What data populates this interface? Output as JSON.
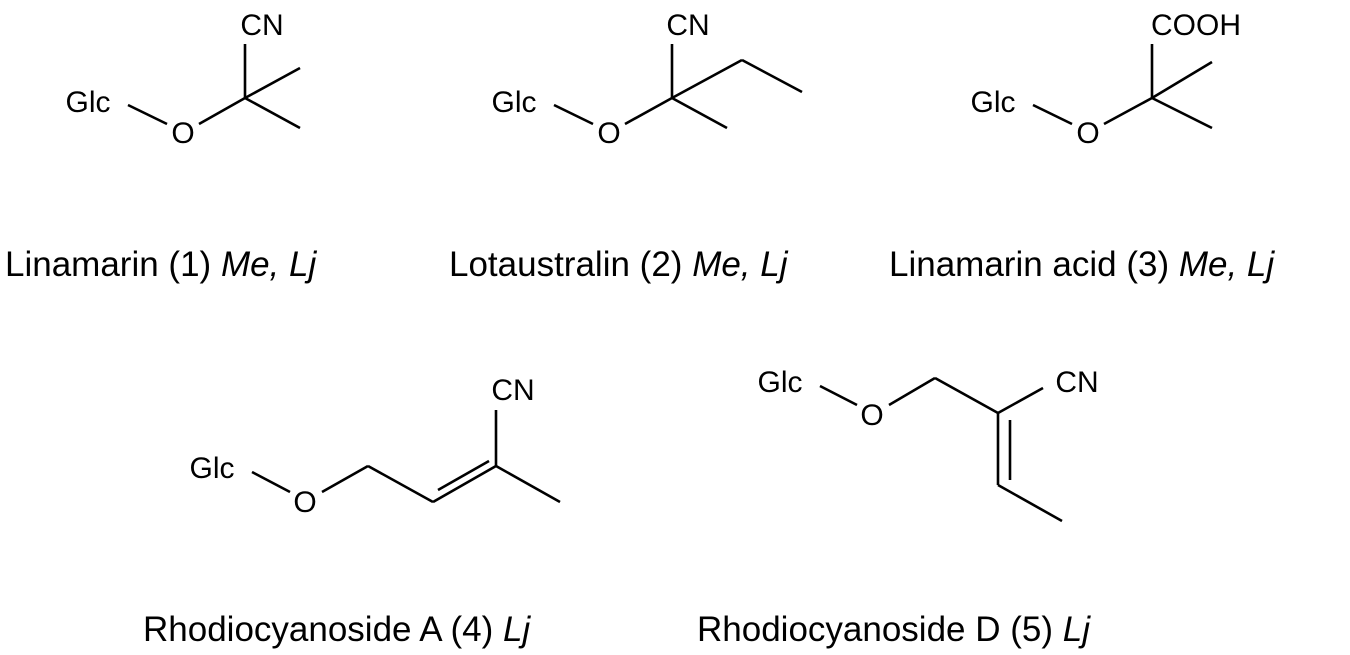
{
  "atoms": {
    "glc": "Glc",
    "o": "O",
    "cn": "CN",
    "cooh": "COOH"
  },
  "compounds": [
    {
      "name": "Linamarin (1)",
      "sources": "Me, Lj"
    },
    {
      "name": "Lotaustralin (2)",
      "sources": "Me, Lj"
    },
    {
      "name": "Linamarin acid (3)",
      "sources": "Me, Lj"
    },
    {
      "name": "Rhodiocyanoside A (4)",
      "sources": "Lj"
    },
    {
      "name": "Rhodiocyanoside D (5)",
      "sources": "Lj"
    }
  ]
}
